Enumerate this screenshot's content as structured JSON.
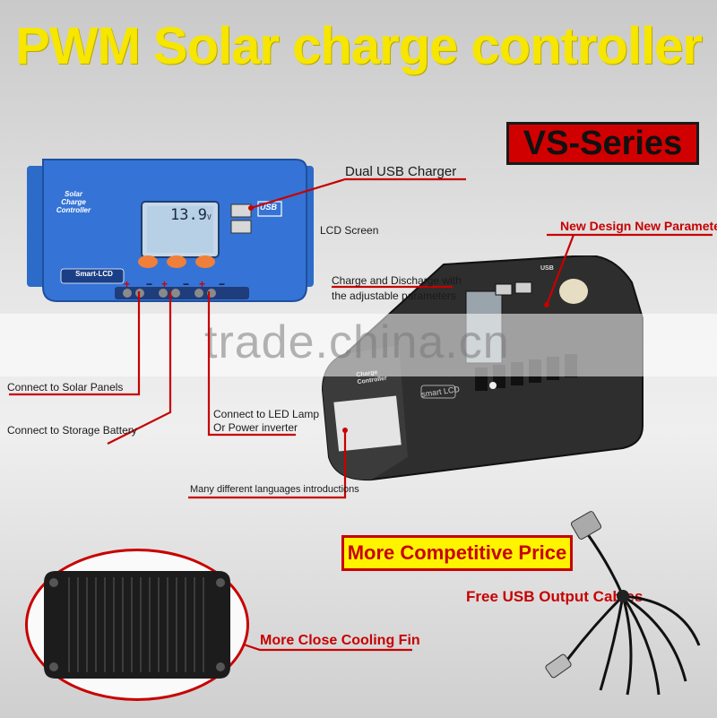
{
  "title": "PWM Solar charge controller",
  "series_badge": "VS-Series",
  "watermark": "trade.china.cn",
  "front_panel": {
    "brand_lines": [
      "Solar",
      "Charge",
      "Controller"
    ],
    "lcd_reading": "13.9",
    "lcd_unit": "V",
    "usb_label": "USB",
    "model_badge": "Smart-LCD",
    "terminal_signs": [
      "+",
      "−",
      "+",
      "−",
      "+",
      "−"
    ]
  },
  "side_unit": {
    "brand_lines": [
      "Charge",
      "Controller"
    ],
    "model_badge": "smart LCD",
    "usb_label": "USB"
  },
  "callouts": {
    "dual_usb": "Dual USB Charger",
    "lcd_screen": "LCD Screen",
    "new_design": "New Design New Parameter",
    "charge_discharge_1": "Charge and Discharge with",
    "charge_discharge_2": "the adjustable parameters",
    "solar_panels": "Connect to Solar Panels",
    "storage_battery": "Connect to Storage Battery",
    "led_lamp_1": "Connect to LED Lamp",
    "led_lamp_2": "Or Power inverter",
    "languages": "Many different languages introductions",
    "price": "More Competitive Price",
    "usb_cables": "Free USB Output Cables",
    "cooling_fin": "More Close Cooling Fin"
  },
  "colors": {
    "title_yellow": "#f6e600",
    "accent_red": "#c80000",
    "device_blue": "#2f6fd0",
    "device_dark": "#2a2a2a"
  }
}
